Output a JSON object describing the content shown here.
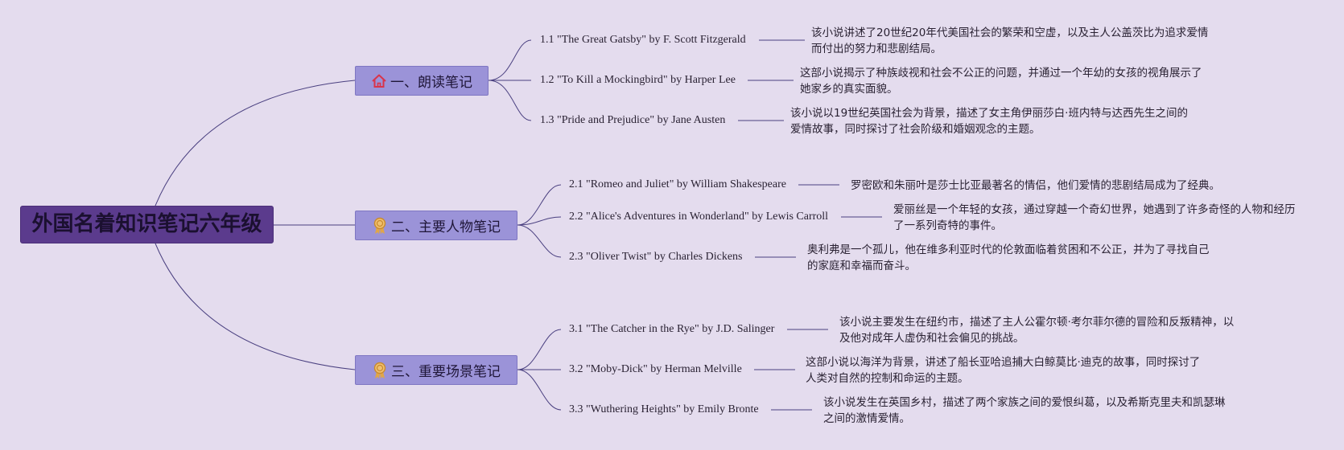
{
  "root": {
    "title": "外国名着知识笔记六年级"
  },
  "branches": [
    {
      "label": "一、朗读笔记",
      "icon": "home-icon",
      "items": [
        {
          "book": "1.1 \"The Great Gatsby\" by F. Scott Fitzgerald",
          "desc": "该小说讲述了20世纪20年代美国社会的繁荣和空虚，以及主人公盖茨比为追求爱情而付出的努力和悲剧结局。"
        },
        {
          "book": "1.2 \"To Kill a Mockingbird\" by Harper Lee",
          "desc": "这部小说揭示了种族歧视和社会不公正的问题，并通过一个年幼的女孩的视角展示了她家乡的真实面貌。"
        },
        {
          "book": "1.3 \"Pride and Prejudice\" by Jane Austen",
          "desc": "该小说以19世纪英国社会为背景，描述了女主角伊丽莎白·班内特与达西先生之间的爱情故事，同时探讨了社会阶级和婚姻观念的主题。"
        }
      ]
    },
    {
      "label": "二、主要人物笔记",
      "icon": "award-ribbon-icon",
      "items": [
        {
          "book": "2.1 \"Romeo and Juliet\" by William Shakespeare",
          "desc": "罗密欧和朱丽叶是莎士比亚最著名的情侣，他们爱情的悲剧结局成为了经典。"
        },
        {
          "book": "2.2 \"Alice's Adventures in Wonderland\" by Lewis Carroll",
          "desc": "爱丽丝是一个年轻的女孩，通过穿越一个奇幻世界，她遇到了许多奇怪的人物和经历了一系列奇特的事件。"
        },
        {
          "book": "2.3 \"Oliver Twist\" by Charles Dickens",
          "desc": "奥利弗是一个孤儿，他在维多利亚时代的伦敦面临着贫困和不公正，并为了寻找自己的家庭和幸福而奋斗。"
        }
      ]
    },
    {
      "label": "三、重要场景笔记",
      "icon": "award-ribbon-icon",
      "items": [
        {
          "book": "3.1 \"The Catcher in the Rye\" by J.D. Salinger",
          "desc": "该小说主要发生在纽约市，描述了主人公霍尔顿·考尔菲尔德的冒险和反叛精神，以及他对成年人虚伪和社会偏见的挑战。"
        },
        {
          "book": "3.2 \"Moby-Dick\" by Herman Melville",
          "desc": "这部小说以海洋为背景，讲述了船长亚哈追捕大白鲸莫比·迪克的故事，同时探讨了人类对自然的控制和命运的主题。"
        },
        {
          "book": "3.3 \"Wuthering Heights\" by Emily Bronte",
          "desc": "该小说发生在英国乡村，描述了两个家族之间的爱恨纠葛，以及希斯克里夫和凯瑟琳之间的激情爱情。"
        }
      ]
    }
  ],
  "colors": {
    "background": "#e4dcee",
    "root": "#5b3b8d",
    "branch": "#9b93d8",
    "line": "#4a4080",
    "home_icon": "#d9344a",
    "ribbon_icon": "#e0a64a"
  }
}
